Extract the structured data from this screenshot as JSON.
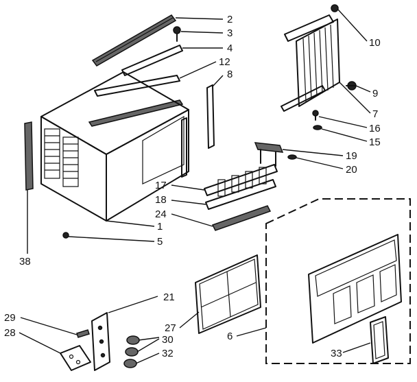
{
  "callouts": [
    {
      "id": "c2",
      "text": "2"
    },
    {
      "id": "c3",
      "text": "3"
    },
    {
      "id": "c4",
      "text": "4"
    },
    {
      "id": "c12",
      "text": "12"
    },
    {
      "id": "c8",
      "text": "8"
    },
    {
      "id": "c10",
      "text": "10"
    },
    {
      "id": "c9",
      "text": "9"
    },
    {
      "id": "c7",
      "text": "7"
    },
    {
      "id": "c16",
      "text": "16"
    },
    {
      "id": "c15",
      "text": "15"
    },
    {
      "id": "c19",
      "text": "19"
    },
    {
      "id": "c20",
      "text": "20"
    },
    {
      "id": "c17",
      "text": "17"
    },
    {
      "id": "c18",
      "text": "18"
    },
    {
      "id": "c24",
      "text": "24"
    },
    {
      "id": "c1",
      "text": "1"
    },
    {
      "id": "c5",
      "text": "5"
    },
    {
      "id": "c38",
      "text": "38"
    },
    {
      "id": "c21",
      "text": "21"
    },
    {
      "id": "c29",
      "text": "29"
    },
    {
      "id": "c28",
      "text": "28"
    },
    {
      "id": "c27",
      "text": "27"
    },
    {
      "id": "c30",
      "text": "30"
    },
    {
      "id": "c32",
      "text": "32"
    },
    {
      "id": "c6",
      "text": "6"
    },
    {
      "id": "c33",
      "text": "33"
    }
  ]
}
